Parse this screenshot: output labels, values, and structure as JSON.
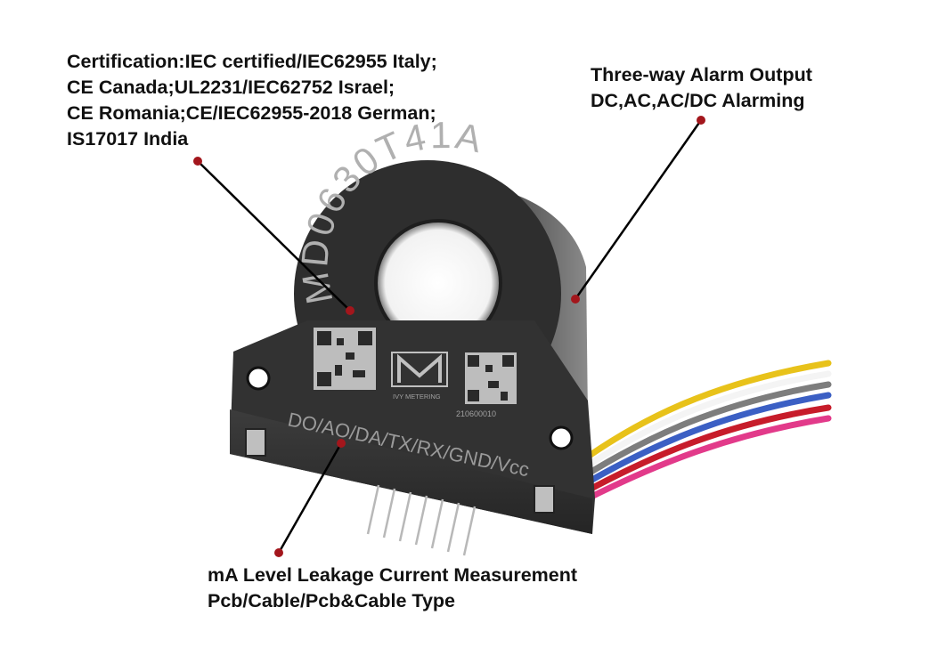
{
  "callouts": {
    "certification": {
      "lines": [
        "Certification:IEC certified/IEC62955 Italy;",
        "CE Canada;UL2231/IEC62752 Israel;",
        "CE Romania;CE/IEC62955-2018 German;",
        "IS17017 India"
      ]
    },
    "alarm": {
      "lines": [
        "Three-way Alarm Output",
        "DC,AC,AC/DC Alarming"
      ]
    },
    "measurement": {
      "lines": [
        "mA Level Leakage Current Measurement",
        "Pcb/Cable/Pcb&Cable Type"
      ]
    }
  },
  "product": {
    "model_text": "MD0630T41A",
    "pin_text": "DO/AO/DA/TX/RX/GND/Vcc",
    "brand_text": "IVY METERING",
    "serial_text": "210600010"
  },
  "colors": {
    "callout_dot": "#a3161c",
    "body_dark": "#2b2b2b",
    "engraving": "#9a9a9a",
    "wires": [
      "#e8c21a",
      "#ffffff",
      "#7a7a7a",
      "#3b5fc4",
      "#c71c2a",
      "#e23a8a"
    ]
  }
}
